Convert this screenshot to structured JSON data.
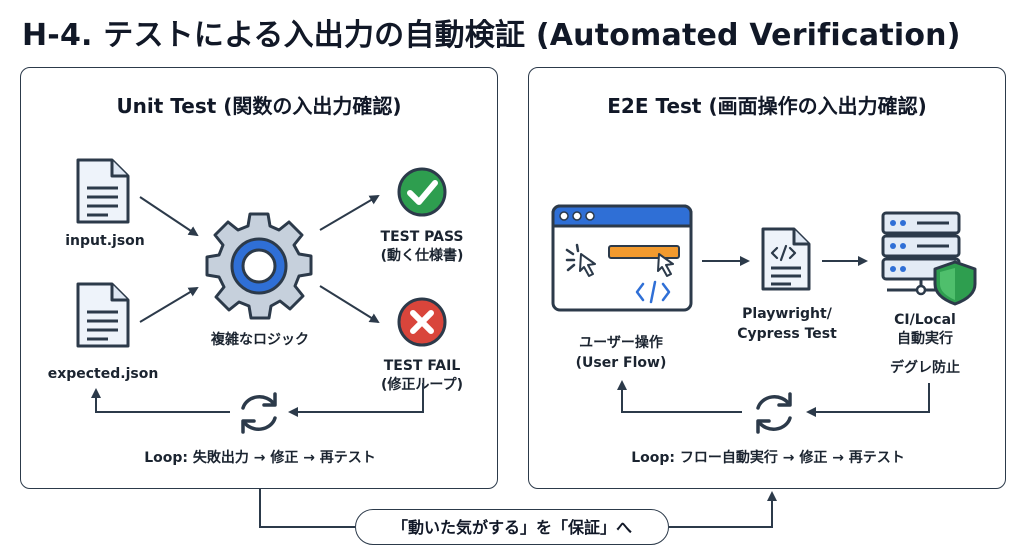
{
  "title": "H-4. テストによる入出力の自動検証 (Automated Verification)",
  "unit_test": {
    "heading": "Unit Test (関数の入出力確認)",
    "input_file": "input.json",
    "expected_file": "expected.json",
    "logic": "複雑なロジック",
    "pass_line1": "TEST PASS",
    "pass_line2": "(動く仕様書)",
    "fail_line1": "TEST FAIL",
    "fail_line2": "(修正ループ)",
    "loop": "Loop: 失敗出力 → 修正 → 再テスト"
  },
  "e2e_test": {
    "heading": "E2E Test (画面操作の入出力確認)",
    "user_line1": "ユーザー操作",
    "user_line2": "(User Flow)",
    "tool_line1": "Playwright/",
    "tool_line2": "Cypress Test",
    "ci_line1": "CI/Local",
    "ci_line2": "自動実行",
    "ci_line3": "デグレ防止",
    "loop": "Loop: フロー自動実行 → 修正 → 再テスト"
  },
  "bottom_pill": "「動いた気がする」を「保証」へ",
  "colors": {
    "pass": "#2e9e4f",
    "fail": "#d9453b",
    "icon_blue": "#2f6fd6",
    "orange": "#f29a2e",
    "outline": "#2c3a4a"
  }
}
